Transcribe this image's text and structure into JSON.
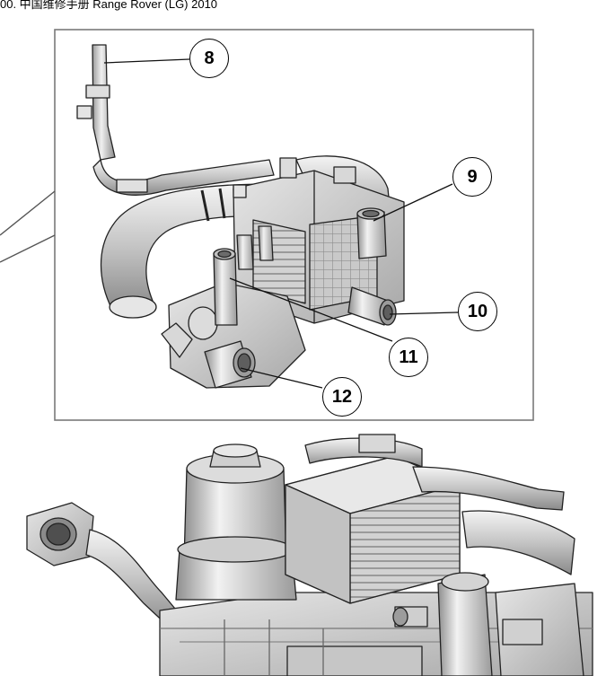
{
  "header": {
    "text": "00.   中国维修手册 Range Rover (LG) 2010"
  },
  "callouts": [
    {
      "label": "8"
    },
    {
      "label": "9"
    },
    {
      "label": "10"
    },
    {
      "label": "11"
    },
    {
      "label": "12"
    }
  ],
  "figure": {
    "stroke_color": "#000000",
    "metal_light": "#eeeeee",
    "metal_mid": "#c8c8c8",
    "metal_dark": "#8a8a8a"
  }
}
